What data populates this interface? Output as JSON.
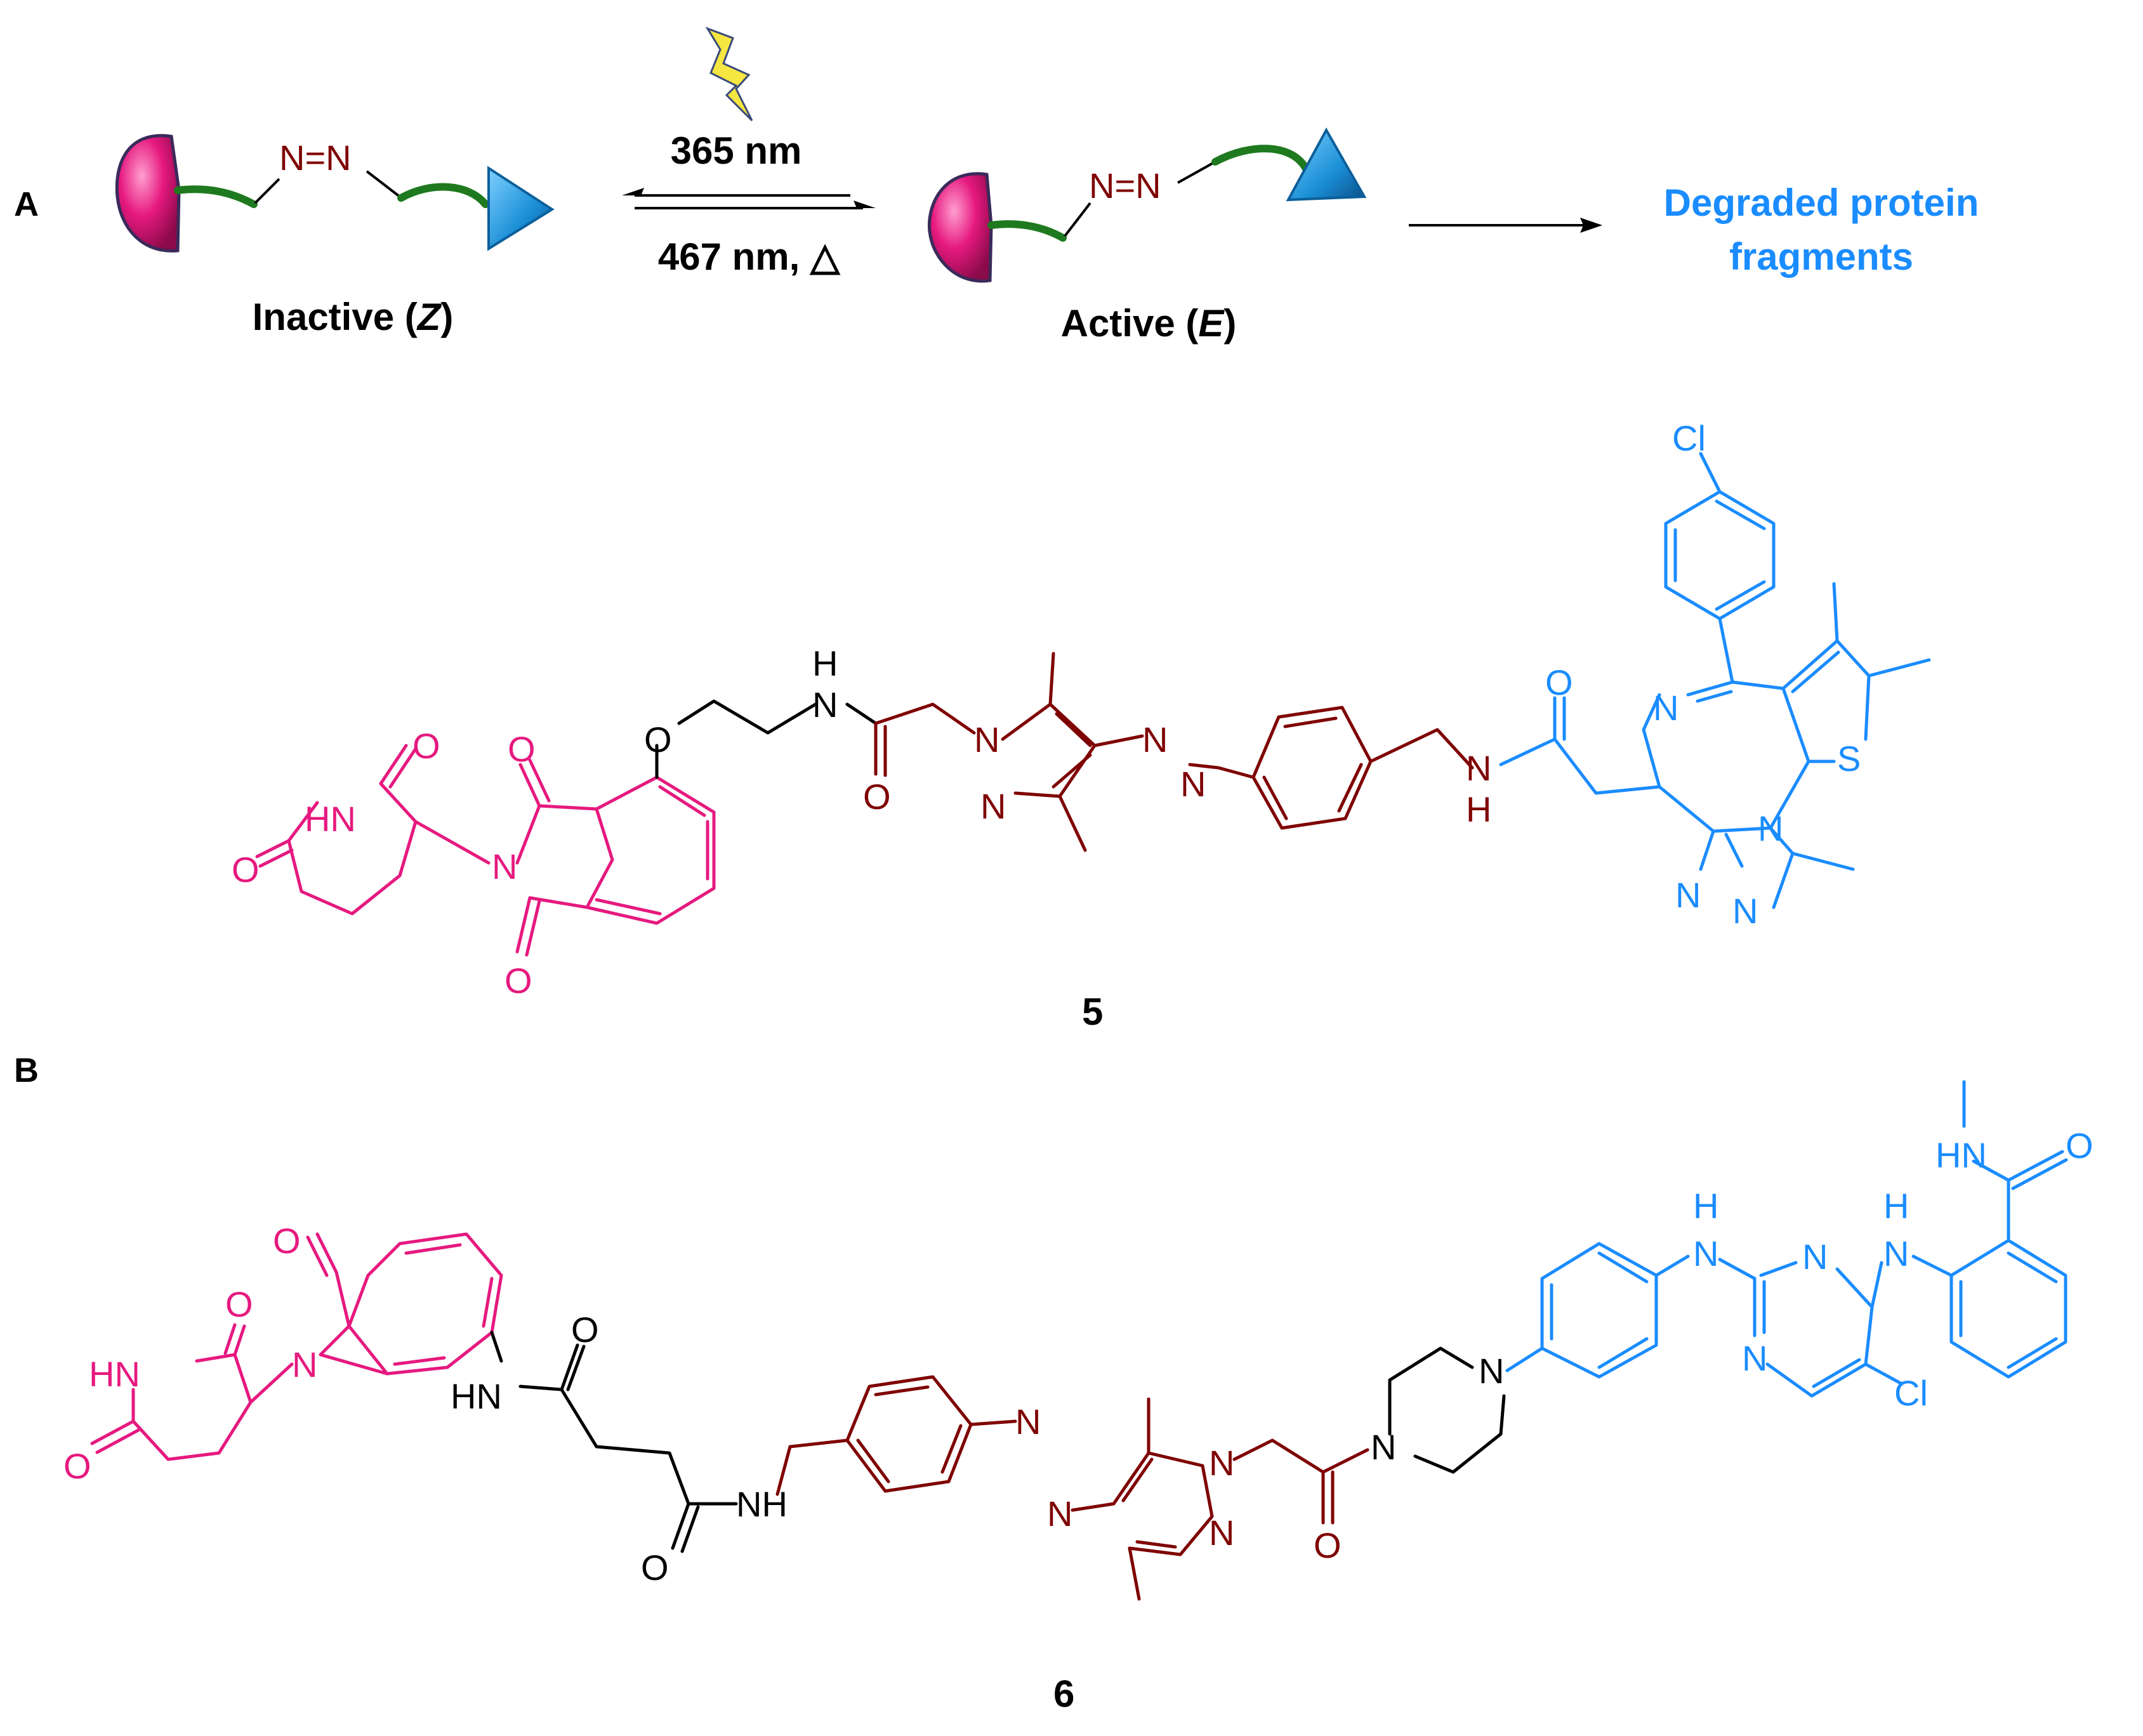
{
  "panels": {
    "a": "A",
    "b": "B"
  },
  "scheme": {
    "forward_label": "365 nm",
    "reverse_label": "467 nm, △",
    "inactive_prefix": "Inactive (",
    "inactive_iso": "Z",
    "inactive_suffix": ")",
    "active_prefix": "Active (",
    "active_iso": "E",
    "active_suffix": ")",
    "product_line1": "Degraded protein",
    "product_line2": "fragments",
    "azo_text": "N=N"
  },
  "compounds": {
    "c5": "5",
    "c6": "6"
  },
  "atoms5": {
    "o_ether": "O",
    "nh_amide": "NH_H",
    "h_top": "H",
    "n_amide": "N",
    "o_amide1": "O",
    "n1_pyrazole": "N",
    "n2_pyrazole": "N",
    "n_azo1": "N",
    "n_azo2": "N",
    "n_amide2": "N",
    "h_amide2": "H",
    "o_amide2": "O",
    "cl": "Cl",
    "n_diaz": "N",
    "s_thio": "S",
    "n_tri1": "N",
    "n_tri2": "N",
    "n_tri3": "N",
    "hn_glut": "HN",
    "o_glut1": "O",
    "o_glut2": "O",
    "n_imide": "N",
    "o_imide1": "O",
    "o_imide2": "O"
  },
  "atoms6": {
    "o_lact": "O",
    "n_lact": "N",
    "hn_glut": "HN",
    "o_glut1": "O",
    "o_glut2": "O",
    "hn_anil": "HN",
    "o_succ1": "O",
    "o_succ2": "O",
    "nh_succ": "NH",
    "n_azo1": "N",
    "n_azo2": "N",
    "n1_pyr": "N",
    "n2_pyr": "N",
    "o_acyl": "O",
    "n_pip1": "N",
    "n_pip2": "N",
    "h_nh1": "H",
    "n_nh1": "N",
    "n_pym1": "N",
    "n_pym2": "N",
    "h_nh2": "H",
    "n_nh2": "N",
    "cl": "Cl",
    "hn_amide": "HN",
    "o_amide": "O"
  },
  "colors": {
    "pink": "#e6197f",
    "maroon": "#7f0000",
    "blue": "#1a8cff",
    "black": "#000000",
    "green": "#1f7a1f",
    "e3_ligand": "#e3197a",
    "poi_ligand": "#1a8fd6",
    "bolt": "#f5e642"
  }
}
